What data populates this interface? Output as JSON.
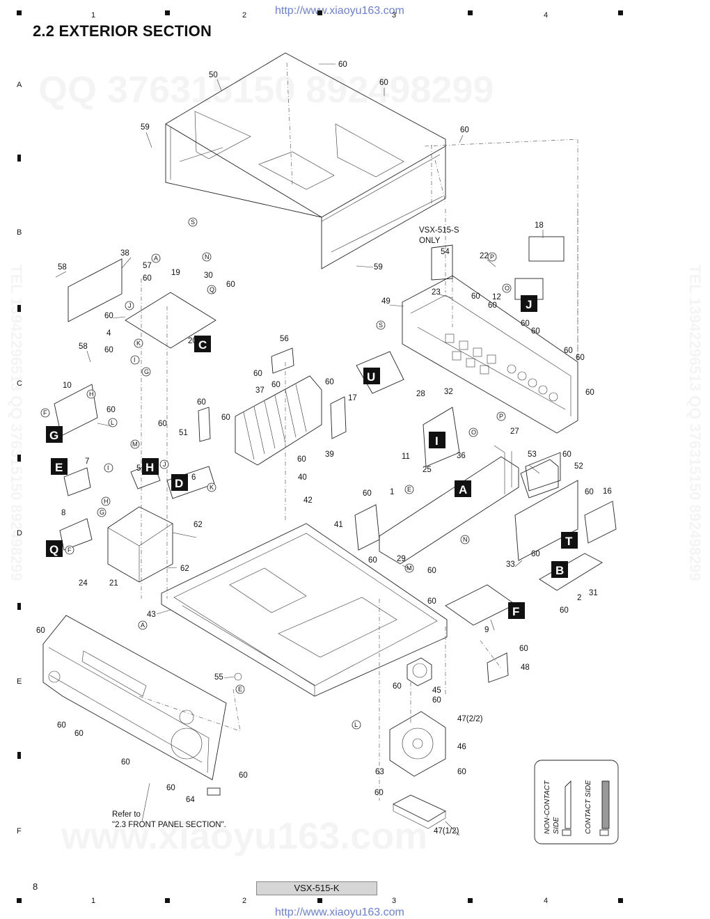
{
  "header": {
    "title": "2.2  EXTERIOR SECTION",
    "url_top": "http://www.xiaoyu163.com",
    "url_bottom": "http://www.xiaoyu163.com"
  },
  "grid": {
    "columns": [
      "1",
      "2",
      "3",
      "4"
    ],
    "rows": [
      "A",
      "B",
      "C",
      "D",
      "E",
      "F"
    ]
  },
  "watermarks": {
    "qq": "QQ 376315150  892498299",
    "site": "www.xiaoyu163.com",
    "tel": "TEL 13942296513  QQ 376315150  892498299"
  },
  "footer": {
    "page": "8",
    "model": "VSX-515-K"
  },
  "diagram": {
    "board_letters": [
      "C",
      "U",
      "J",
      "G",
      "E",
      "H",
      "D",
      "I",
      "A",
      "T",
      "B",
      "F",
      "Q"
    ],
    "connector_letters": [
      "S",
      "N",
      "A",
      "Q",
      "J",
      "K",
      "I",
      "G",
      "H",
      "F",
      "L",
      "M",
      "P",
      "O",
      "E"
    ],
    "part_numbers": [
      "60",
      "50",
      "59",
      "38",
      "58",
      "57",
      "19",
      "30",
      "4",
      "20",
      "56",
      "10",
      "51",
      "37",
      "39",
      "17",
      "49",
      "54",
      "22",
      "18",
      "23",
      "12",
      "28",
      "32",
      "11",
      "27",
      "36",
      "25",
      "7",
      "5",
      "6",
      "40",
      "42",
      "1",
      "41",
      "29",
      "33",
      "53",
      "52",
      "16",
      "8",
      "62",
      "24",
      "21",
      "43",
      "9",
      "2",
      "31",
      "48",
      "55",
      "45",
      "47(2/2)",
      "46",
      "63",
      "64",
      "47(1/2)"
    ],
    "note_vsx515s": "VSX-515-S",
    "note_only": "ONLY",
    "refer_line1": "Refer to",
    "refer_line2": "\"2.3 FRONT PANEL SECTION\".",
    "legend_noncontact_1": "NON-CONTACT",
    "legend_noncontact_2": "SIDE",
    "legend_contact": "CONTACT SIDE"
  }
}
